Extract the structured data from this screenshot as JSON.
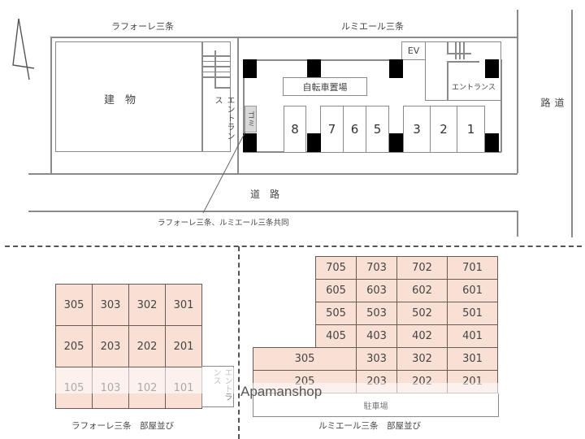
{
  "site_plan": {
    "building_left_name": "ラフォーレ三条",
    "building_right_name": "ルミエール三条",
    "left_building_label": "建　物",
    "left_entrance_label": "エントランス",
    "right_entrance_label": "エントランス",
    "elevator_label": "EV",
    "bicycle_parking_label": "自転車置場",
    "garbage_label": "ゴミ",
    "road_bottom_label": "道　路",
    "road_right_label": "道路",
    "shared_note": "ラフォーレ三条、ルミエール三条共同",
    "parking_spaces": [
      "8",
      "7",
      "6",
      "5",
      "3",
      "2",
      "1"
    ],
    "north_arrow_icon": "north-arrow-icon"
  },
  "lafore_rooms": {
    "caption": "ラフォーレ三条　部屋並び",
    "rows": [
      [
        "305",
        "303",
        "302",
        "301"
      ],
      [
        "205",
        "203",
        "202",
        "201"
      ],
      [
        "105",
        "103",
        "102",
        "101"
      ]
    ],
    "entrance_label": "エントランス"
  },
  "lumiere_rooms": {
    "caption": "ルミエール三条　部屋並び",
    "upper_rows": [
      [
        "705",
        "703",
        "702",
        "701"
      ],
      [
        "605",
        "603",
        "602",
        "601"
      ],
      [
        "505",
        "503",
        "502",
        "501"
      ],
      [
        "405",
        "403",
        "402",
        "401"
      ]
    ],
    "lower_rows": [
      [
        "305",
        "303",
        "302",
        "301"
      ],
      [
        "205",
        "203",
        "202",
        "201"
      ]
    ],
    "parking_label": "駐車場"
  },
  "watermark": "Apamanshop",
  "colors": {
    "room_fill": "#f9e0d4",
    "pillar": "#000000",
    "line": "#8a8a8a"
  }
}
